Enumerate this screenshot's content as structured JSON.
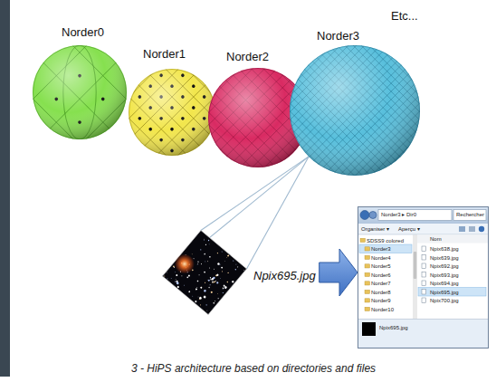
{
  "diagram": {
    "caption": "3 - HiPS architecture based on directories and files",
    "nodes": [
      {
        "text": [
          "Norder0"
        ]
      },
      {
        "text": [
          "Norder1"
        ]
      },
      {
        "text": [
          "Norder2"
        ]
      },
      {
        "text": [
          "Norder3"
        ]
      },
      {
        "text": [
          "Npix695.jpg"
        ]
      },
      {
        "text": [
          "Norder3 ▸ Dir0",
          "Rechercher",
          "Organiser ▾",
          "Aperçu ▾",
          "SDSS9 colored",
          "Norder3",
          "Norder4",
          "Norder5",
          "Norder6",
          "Norder7",
          "Norder8",
          "Norder9",
          "Norder10",
          "Nom",
          "Npix638.jpg",
          "Npix639.jpg",
          "Npix692.jpg",
          "Npix693.jpg",
          "Npix694.jpg",
          "Npix695.jpg",
          "Npix700.jpg",
          "Npix695.jpg"
        ]
      }
    ],
    "edges": [
      {
        "from": 4,
        "to": 5,
        "arrow": "to"
      },
      {
        "from": 3,
        "to": 4,
        "arrow": "none"
      }
    ],
    "labels": [
      "Etc..."
    ]
  }
}
